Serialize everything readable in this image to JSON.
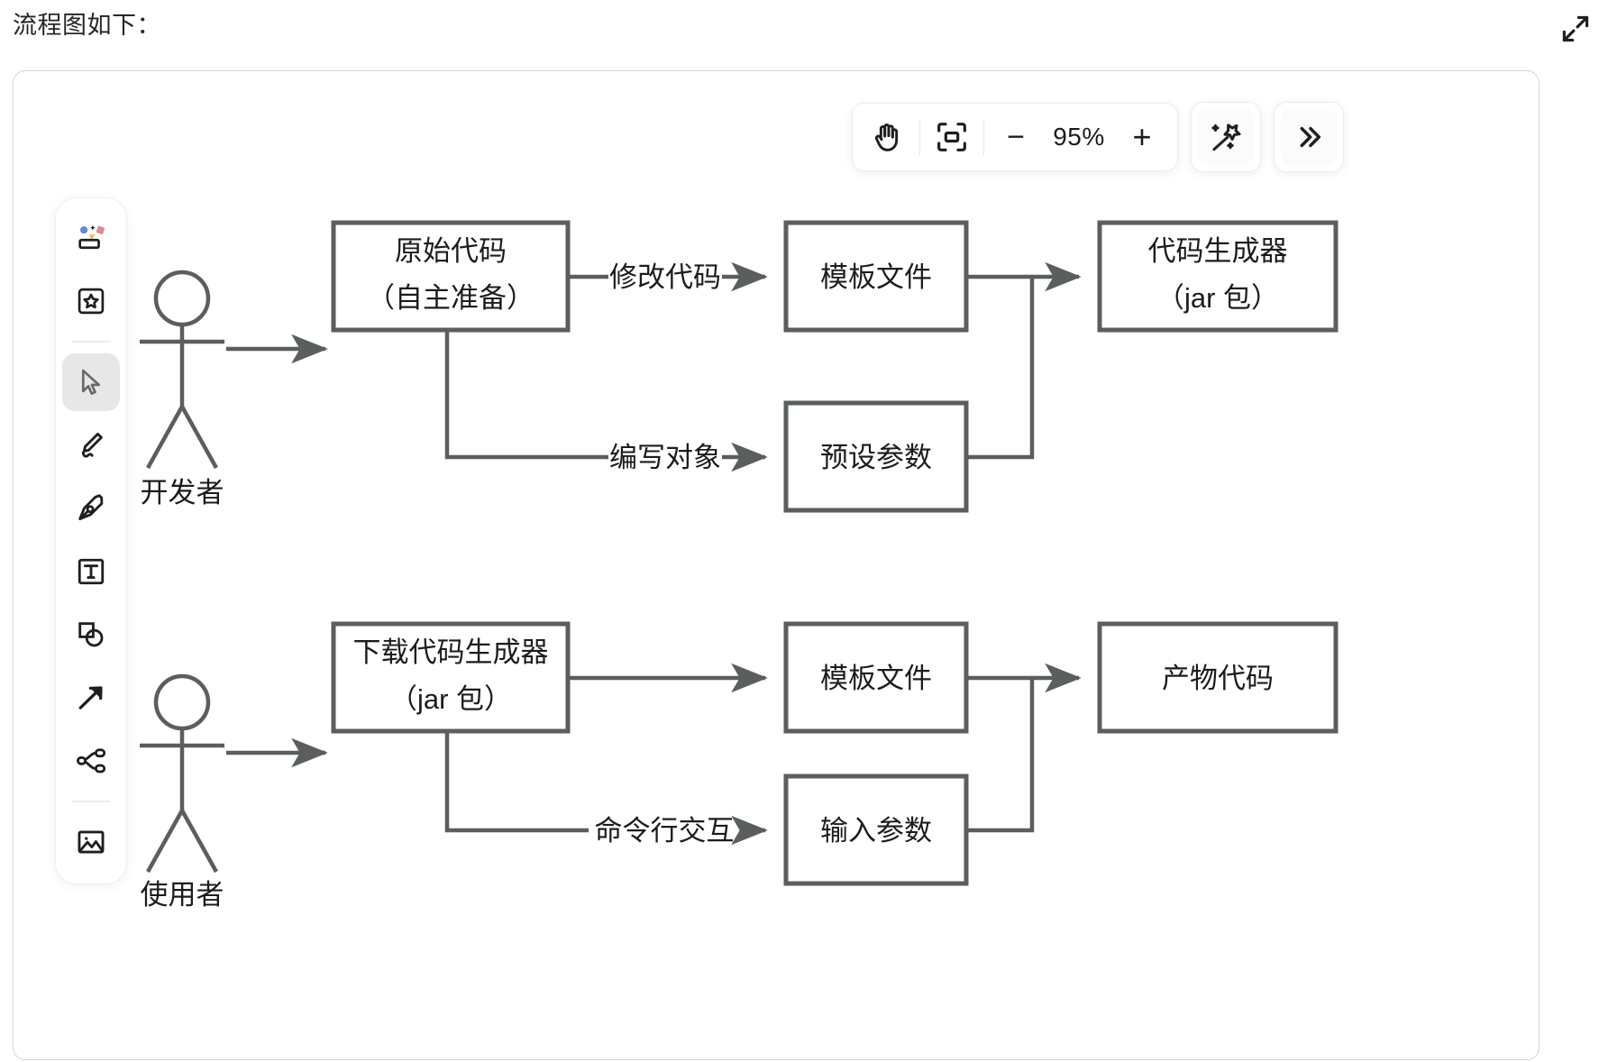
{
  "page": {
    "heading": "流程图如下："
  },
  "toolbar": {
    "pan_icon": "hand-icon",
    "fit_icon": "fit-to-screen-icon",
    "zoom_out_label": "−",
    "zoom_level": "95%",
    "zoom_in_label": "+",
    "magic_icon": "magic-wand-icon",
    "more_label": "»",
    "fullscreen_icon": "expand-fullscreen-icon"
  },
  "tool_rail": {
    "items": [
      {
        "name": "shapes-library-icon",
        "label": "shapes-library",
        "active": false
      },
      {
        "name": "favorites-star-icon",
        "label": "favorites",
        "active": false
      },
      {
        "name": "cursor-select-icon",
        "label": "select",
        "active": true
      },
      {
        "name": "pencil-icon",
        "label": "pencil",
        "active": false
      },
      {
        "name": "pen-nib-icon",
        "label": "pen",
        "active": false
      },
      {
        "name": "text-icon",
        "label": "text",
        "active": false
      },
      {
        "name": "shape-tool-icon",
        "label": "shape",
        "active": false
      },
      {
        "name": "arrow-icon",
        "label": "arrow",
        "active": false
      },
      {
        "name": "connector-icon",
        "label": "connector",
        "active": false
      },
      {
        "name": "image-icon",
        "label": "image",
        "active": false
      }
    ]
  },
  "chart_data": {
    "type": "diagram",
    "title": "流程图如下：",
    "actors": [
      {
        "id": "developer",
        "label": "开发者"
      },
      {
        "id": "user",
        "label": "使用者"
      }
    ],
    "nodes": [
      {
        "id": "n1",
        "label_lines": [
          "原始代码",
          "（自主准备）"
        ],
        "lane": "developer"
      },
      {
        "id": "n2",
        "label_lines": [
          "模板文件"
        ],
        "lane": "developer"
      },
      {
        "id": "n3",
        "label_lines": [
          "代码生成器",
          "（jar 包）"
        ],
        "lane": "developer"
      },
      {
        "id": "n4",
        "label_lines": [
          "预设参数"
        ],
        "lane": "developer"
      },
      {
        "id": "n5",
        "label_lines": [
          "下载代码生成器",
          "（jar 包）"
        ],
        "lane": "user"
      },
      {
        "id": "n6",
        "label_lines": [
          "模板文件"
        ],
        "lane": "user"
      },
      {
        "id": "n7",
        "label_lines": [
          "产物代码"
        ],
        "lane": "user"
      },
      {
        "id": "n8",
        "label_lines": [
          "输入参数"
        ],
        "lane": "user"
      }
    ],
    "edges": [
      {
        "from": "developer",
        "to": "n1",
        "label": ""
      },
      {
        "from": "n1",
        "to": "n2",
        "label": "修改代码"
      },
      {
        "from": "n1",
        "to": "n4",
        "label": "编写对象"
      },
      {
        "from": "n2",
        "to": "n3",
        "label": ""
      },
      {
        "from": "n4",
        "to": "n3",
        "label": ""
      },
      {
        "from": "user",
        "to": "n5",
        "label": ""
      },
      {
        "from": "n5",
        "to": "n6",
        "label": ""
      },
      {
        "from": "n5",
        "to": "n8",
        "label": "命令行交互"
      },
      {
        "from": "n6",
        "to": "n7",
        "label": ""
      },
      {
        "from": "n8",
        "to": "n7",
        "label": ""
      }
    ],
    "colors": {
      "stroke": "#5a5e5e",
      "text": "#1c1c1c",
      "background": "#ffffff"
    }
  }
}
